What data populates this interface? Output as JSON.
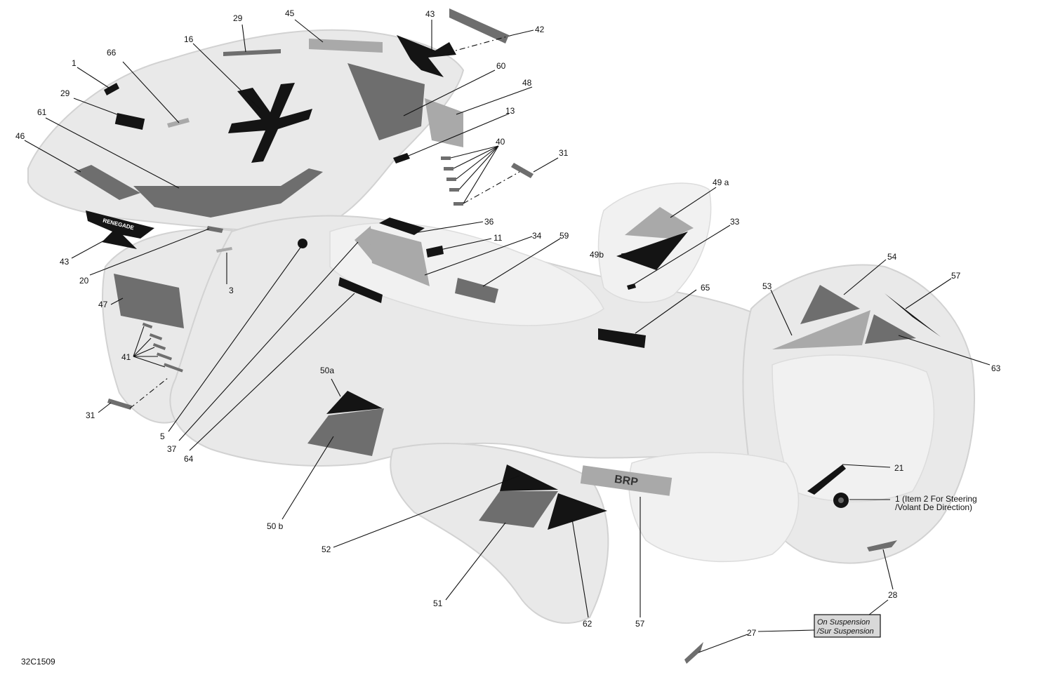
{
  "drawing_code": "32C1509",
  "callouts": {
    "c1": "1",
    "c66": "66",
    "c29a": "29",
    "c29b": "29",
    "c16": "16",
    "c45": "45",
    "c43a": "43",
    "c42": "42",
    "c60": "60",
    "c48": "48",
    "c13": "13",
    "c40": "40",
    "c31a": "31",
    "c61": "61",
    "c46": "46",
    "c43b": "43",
    "c20": "20",
    "c3": "3",
    "c47": "47",
    "c41": "41",
    "c31b": "31",
    "c5": "5",
    "c37": "37",
    "c64": "64",
    "c36": "36",
    "c11": "11",
    "c34": "34",
    "c59": "59",
    "c49a": "49 a",
    "c49b": "49b",
    "c33": "33",
    "c65": "65",
    "c53": "53",
    "c54": "54",
    "c57a": "57",
    "c63": "63",
    "c50a": "50a",
    "c50b": "50 b",
    "c21": "21",
    "c1b_line1": "1 (Item 2 For Steering",
    "c1b_line2": "/Volant De Direction)",
    "c52": "52",
    "c51": "51",
    "c62": "62",
    "c57b": "57",
    "c28": "28",
    "c27": "27"
  },
  "suspension_label": {
    "line1": "On Suspension",
    "line2": "/Sur Suspension"
  },
  "decal_lettering": {
    "brand": "BRP",
    "model": "RENEGADE"
  }
}
